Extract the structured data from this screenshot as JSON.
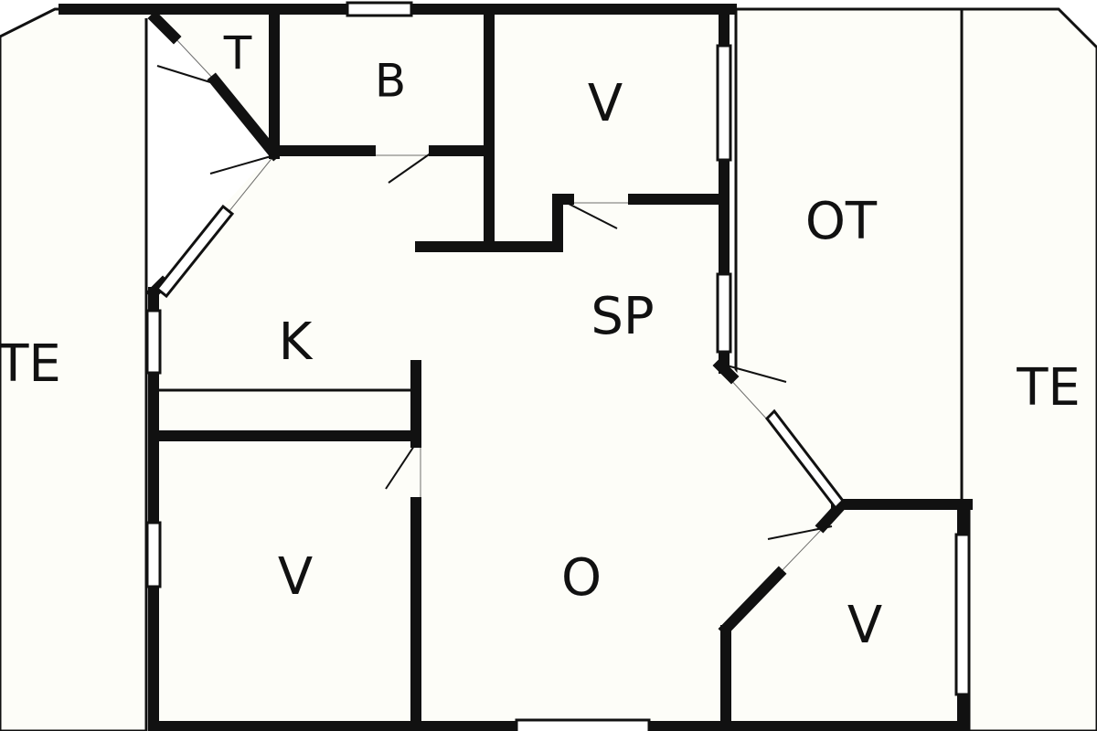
{
  "floor_plan": {
    "rooms": [
      {
        "id": "t",
        "label": "T"
      },
      {
        "id": "b",
        "label": "B"
      },
      {
        "id": "v-top",
        "label": "V"
      },
      {
        "id": "ot",
        "label": "OT"
      },
      {
        "id": "sp",
        "label": "SP"
      },
      {
        "id": "k",
        "label": "K"
      },
      {
        "id": "te-left",
        "label": "TE"
      },
      {
        "id": "te-right",
        "label": "TE"
      },
      {
        "id": "v-left",
        "label": "V"
      },
      {
        "id": "o",
        "label": "O"
      },
      {
        "id": "v-right",
        "label": "V"
      }
    ]
  },
  "colors": {
    "background": "#ffffff",
    "floor": "#fdfdf8",
    "wall": "#111111"
  }
}
